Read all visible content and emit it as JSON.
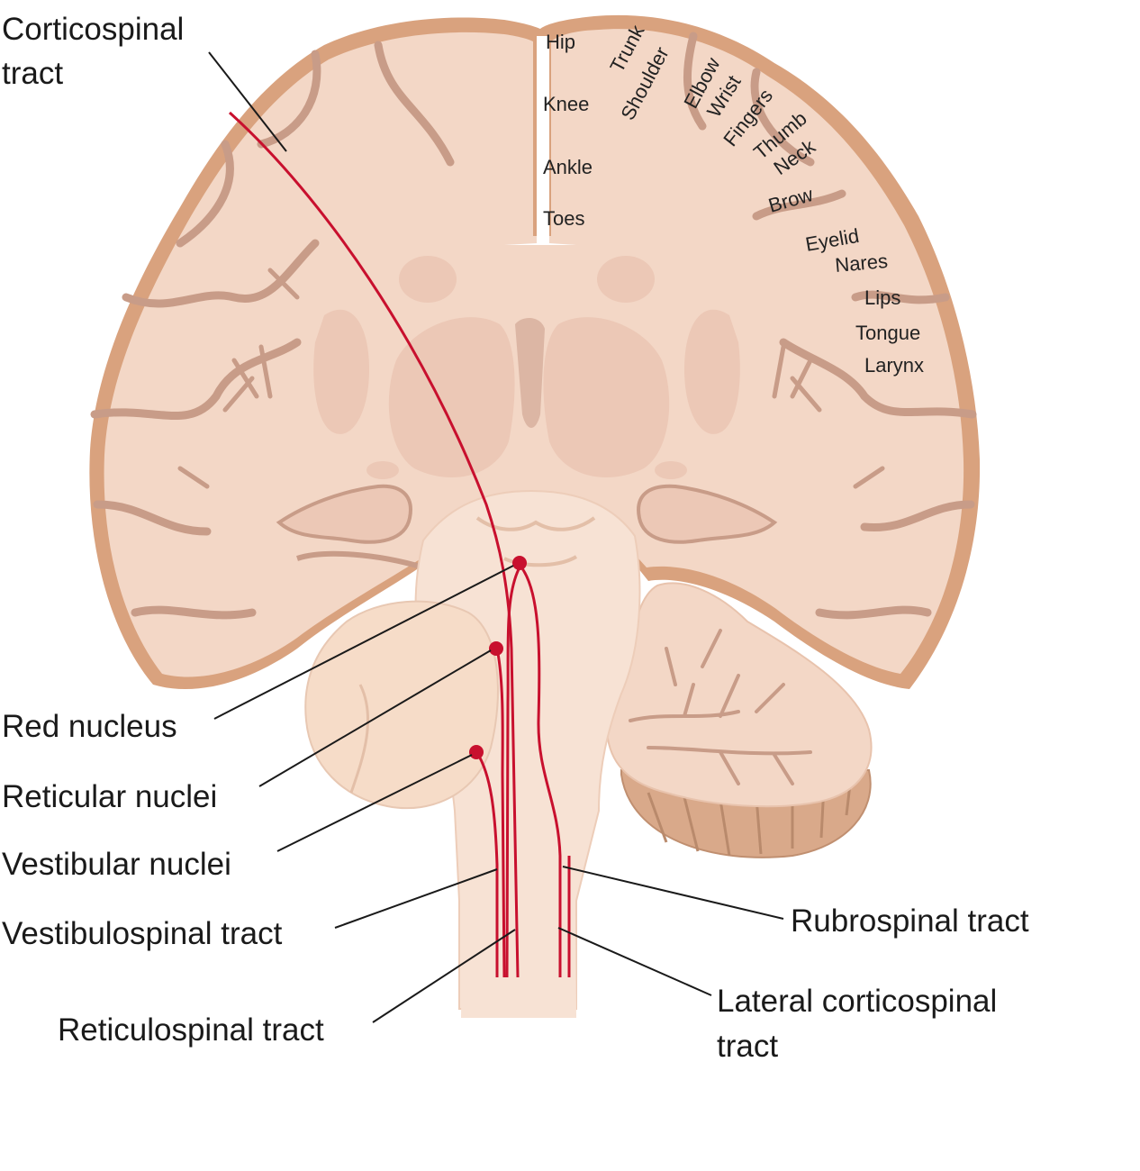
{
  "colors": {
    "tissue": "#f3d7c6",
    "tissue_light": "#f7e2d4",
    "cortex_edge": "#d9a27e",
    "deep_structure": "#ecc8b6",
    "sulcus": "#c89c88",
    "cerebellum_folia": "#d9a98a",
    "tract": "#c8102e",
    "leader_line": "#1a1a1a"
  },
  "labels": {
    "corticospinal_tract": [
      "Corticospinal",
      "tract"
    ],
    "red_nucleus": "Red nucleus",
    "reticular_nuclei": "Reticular nuclei",
    "vestibular_nuclei": "Vestibular nuclei",
    "vestibulospinal_tract": "Vestibulospinal tract",
    "reticulospinal_tract": "Reticulospinal tract",
    "rubrospinal_tract": "Rubrospinal tract",
    "lateral_corticospinal_tract": [
      "Lateral corticospinal",
      "tract"
    ]
  },
  "homunculus_labels": {
    "hip": "Hip",
    "trunk": "Trunk",
    "shoulder": "Shoulder",
    "knee": "Knee",
    "ankle": "Ankle",
    "toes": "Toes",
    "elbow": "Elbow",
    "wrist": "Wrist",
    "fingers": "Fingers",
    "thumb": "Thumb",
    "neck": "Neck",
    "brow": "Brow",
    "eyelid": "Eyelid",
    "nares": "Nares",
    "lips": "Lips",
    "tongue": "Tongue",
    "larynx": "Larynx"
  }
}
